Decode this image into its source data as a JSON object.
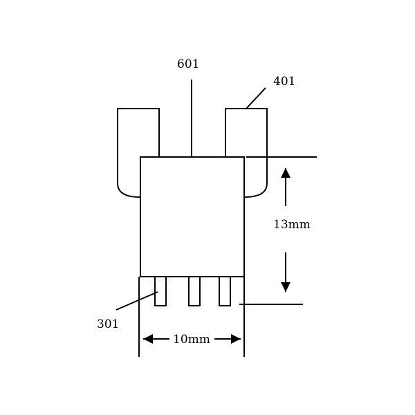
{
  "labels": {
    "ref_601": "601",
    "ref_401": "401",
    "ref_301": "301",
    "height_dim": "13mm",
    "width_dim": "10mm"
  },
  "colors": {
    "stroke": "#000000",
    "background": "#ffffff"
  }
}
